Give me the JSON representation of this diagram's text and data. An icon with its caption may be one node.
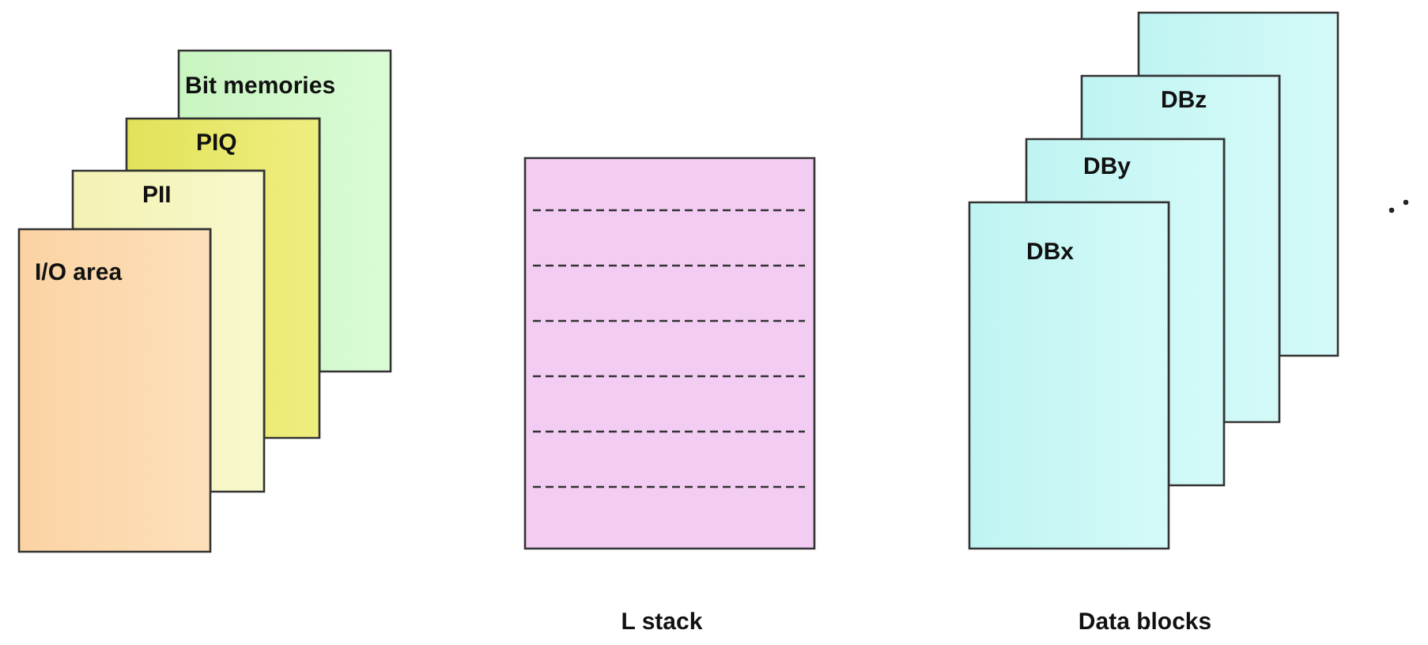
{
  "diagram": {
    "nodes": [
      {
        "text": [
          "Bit memories"
        ]
      },
      {
        "text": [
          "PIQ"
        ]
      },
      {
        "text": [
          "PII"
        ]
      },
      {
        "text": [
          "I/O area"
        ]
      },
      {
        "text": [],
        "shape": "box",
        "beside": [
          "L stack"
        ]
      },
      {
        "text": [],
        "shape": "box"
      },
      {
        "text": [
          "DBz"
        ]
      },
      {
        "text": [
          "DBy"
        ]
      },
      {
        "text": [
          "DBx"
        ]
      }
    ],
    "edges": [],
    "labels": [
      "Data blocks"
    ]
  }
}
